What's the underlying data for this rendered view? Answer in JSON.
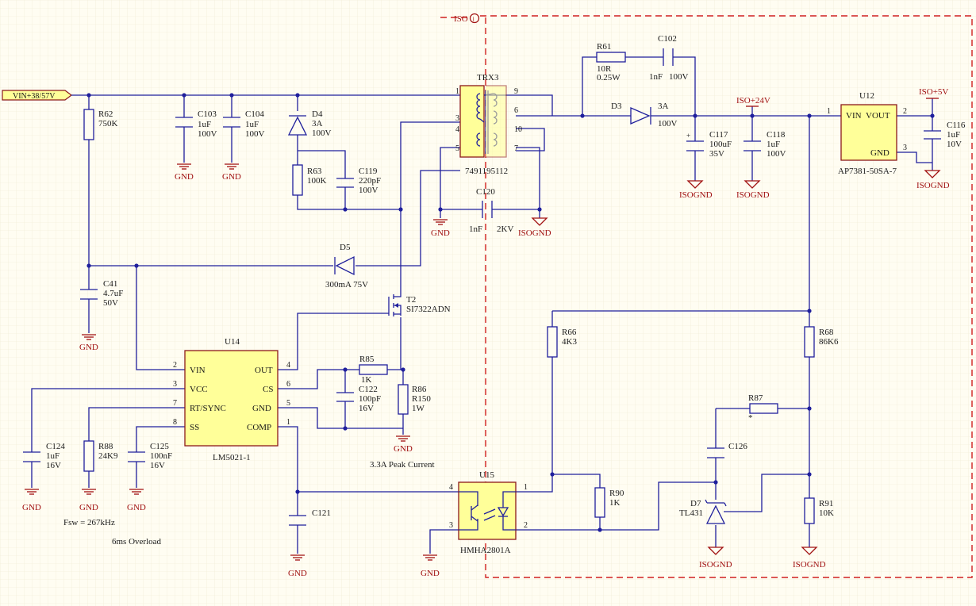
{
  "nets": {
    "vin": "VIN+38/57V",
    "iso24": "ISO+24V",
    "iso5": "ISO+5V",
    "gnd": "GND",
    "isognd": "ISOGND",
    "iso_label": "ISO",
    "iso_marker": "i"
  },
  "components": {
    "R62": {
      "ref": "R62",
      "value": "750K"
    },
    "C103": {
      "ref": "C103",
      "v1": "1uF",
      "v2": "100V"
    },
    "C104": {
      "ref": "C104",
      "v1": "1uF",
      "v2": "100V"
    },
    "D4": {
      "ref": "D4",
      "v1": "3A",
      "v2": "100V"
    },
    "R63": {
      "ref": "R63",
      "value": "100K"
    },
    "C119": {
      "ref": "C119",
      "v1": "220pF",
      "v2": "100V"
    },
    "TRX3": {
      "ref": "TRX3",
      "part": "7491195112",
      "pins": [
        "1",
        "3",
        "4",
        "5",
        "9",
        "6",
        "10",
        "7"
      ]
    },
    "R61": {
      "ref": "R61",
      "v1": "10R",
      "v2": "0.25W"
    },
    "C102": {
      "ref": "C102",
      "v1": "1nF",
      "v2": "100V"
    },
    "D3": {
      "ref": "D3",
      "v1": "3A",
      "v2": "100V"
    },
    "C117": {
      "ref": "C117",
      "v1": "100uF",
      "v2": "35V"
    },
    "C118": {
      "ref": "C118",
      "v1": "1uF",
      "v2": "100V"
    },
    "U12": {
      "ref": "U12",
      "vin": "VIN",
      "vout": "VOUT",
      "gnd": "GND",
      "part": "AP7381-50SA-7",
      "p1": "1",
      "p2": "2",
      "p3": "3"
    },
    "C116": {
      "ref": "C116",
      "v1": "1uF",
      "v2": "10V"
    },
    "C120": {
      "ref": "C120",
      "v1": "1nF",
      "v2": "2KV"
    },
    "D5": {
      "ref": "D5",
      "value": "300mA 75V"
    },
    "C41": {
      "ref": "C41",
      "v1": "4.7uF",
      "v2": "50V"
    },
    "T2": {
      "ref": "T2",
      "part": "SI7322ADN"
    },
    "U14": {
      "ref": "U14",
      "part": "LM5021-1",
      "left": [
        {
          "n": "2",
          "name": "VIN"
        },
        {
          "n": "3",
          "name": "VCC"
        },
        {
          "n": "7",
          "name": "RT/SYNC"
        },
        {
          "n": "8",
          "name": "SS"
        }
      ],
      "right": [
        {
          "n": "4",
          "name": "OUT"
        },
        {
          "n": "6",
          "name": "CS"
        },
        {
          "n": "5",
          "name": "GND"
        },
        {
          "n": "1",
          "name": "COMP"
        }
      ]
    },
    "R85": {
      "ref": "R85",
      "value": "1K"
    },
    "C122": {
      "ref": "C122",
      "v1": "100pF",
      "v2": "16V"
    },
    "R86": {
      "ref": "R86",
      "v1": "R150",
      "v2": "1W"
    },
    "C124": {
      "ref": "C124",
      "v1": "1uF",
      "v2": "16V"
    },
    "R88": {
      "ref": "R88",
      "value": "24K9"
    },
    "C125": {
      "ref": "C125",
      "v1": "100nF",
      "v2": "16V"
    },
    "C121": {
      "ref": "C121"
    },
    "U15": {
      "ref": "U15",
      "part": "HMHA2801A",
      "p1": "1",
      "p2": "2",
      "p3": "3",
      "p4": "4"
    },
    "R66": {
      "ref": "R66",
      "value": "4K3"
    },
    "R68": {
      "ref": "R68",
      "value": "86K6"
    },
    "R87": {
      "ref": "R87",
      "value": "*"
    },
    "C126": {
      "ref": "C126"
    },
    "R90": {
      "ref": "R90",
      "value": "1K"
    },
    "D7": {
      "ref": "D7",
      "value": "TL431"
    },
    "R91": {
      "ref": "R91",
      "value": "10K"
    }
  },
  "notes": {
    "peak": "3.3A Peak Current",
    "fsw": "Fsw = 267kHz",
    "overload": "6ms Overload"
  }
}
